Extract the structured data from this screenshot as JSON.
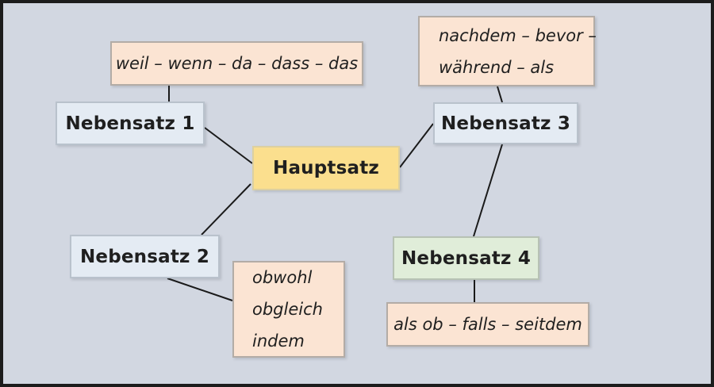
{
  "colors": {
    "canvas_background": "#d2d7e1",
    "frame_border": "#1c1c1c",
    "connector_line": "#1a1a1a",
    "clause_blue_fill": "#e4ebf3",
    "main_clause_yellow_fill": "#fbdf8e",
    "clause_green_fill": "#e0edd9",
    "conjunction_peach_fill": "#fbe4d3",
    "text": "#1f1f1f"
  },
  "nodes": {
    "hauptsatz": {
      "label": "Hauptsatz"
    },
    "nebensatz1": {
      "label": "Nebensatz 1"
    },
    "nebensatz2": {
      "label": "Nebensatz 2"
    },
    "nebensatz3": {
      "label": "Nebensatz 3"
    },
    "nebensatz4": {
      "label": "Nebensatz 4"
    },
    "conjunctions1": {
      "text": "weil – wenn – da – dass – das"
    },
    "conjunctions2": {
      "lines": [
        "obwohl",
        "obgleich",
        "indem"
      ]
    },
    "conjunctions3": {
      "lines": [
        "nachdem – bevor –",
        "während – als"
      ]
    },
    "conjunctions4": {
      "text": "als ob – falls – seitdem"
    }
  }
}
